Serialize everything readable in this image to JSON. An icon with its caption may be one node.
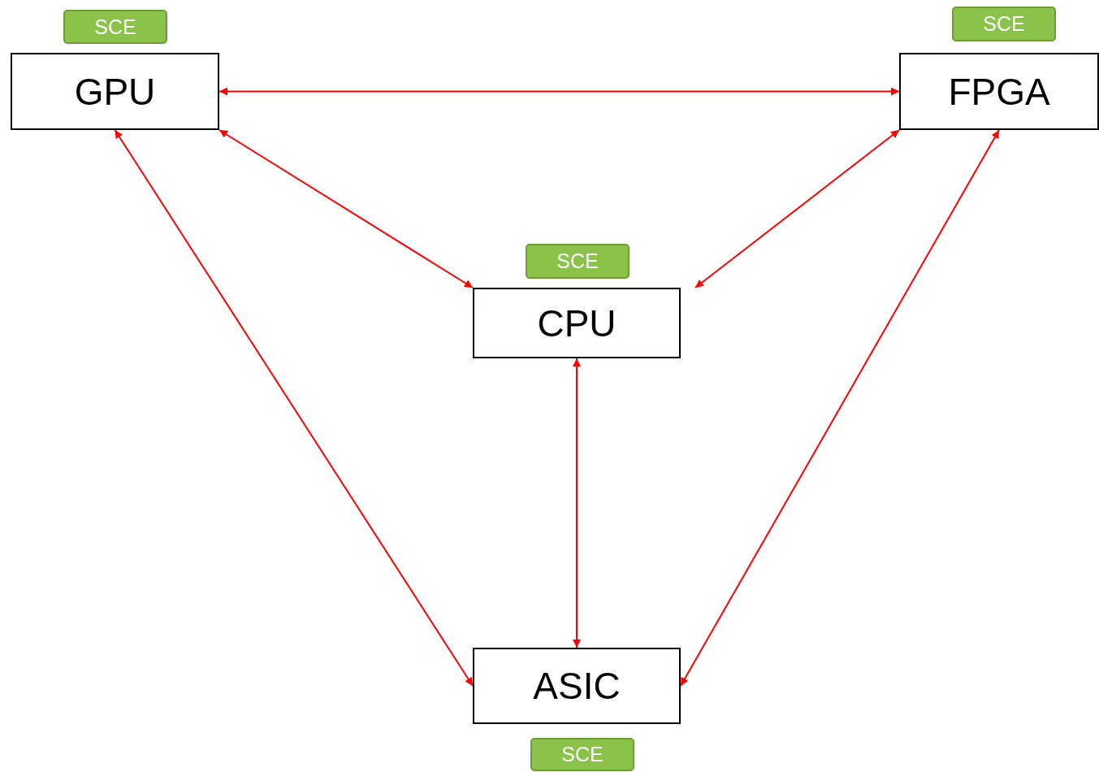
{
  "diagram": {
    "nodes": [
      {
        "text": [
          "SCE"
        ]
      },
      {
        "text": [
          "SCE"
        ]
      },
      {
        "text": [
          "GPU"
        ]
      },
      {
        "text": [
          "FPGA"
        ]
      },
      {
        "text": [
          "SCE"
        ]
      },
      {
        "text": [
          "CPU"
        ]
      },
      {
        "text": [
          "ASIC"
        ]
      },
      {
        "text": [
          "SCE"
        ]
      }
    ],
    "edges": [
      {
        "from": 2,
        "to": 3,
        "arrow": "both"
      },
      {
        "from": 2,
        "to": 5,
        "arrow": "both"
      },
      {
        "from": 3,
        "to": 5,
        "arrow": "both"
      },
      {
        "from": 2,
        "to": 6,
        "arrow": "both"
      },
      {
        "from": 5,
        "to": 6,
        "arrow": "both"
      },
      {
        "from": 3,
        "to": 6,
        "arrow": "both"
      }
    ]
  }
}
